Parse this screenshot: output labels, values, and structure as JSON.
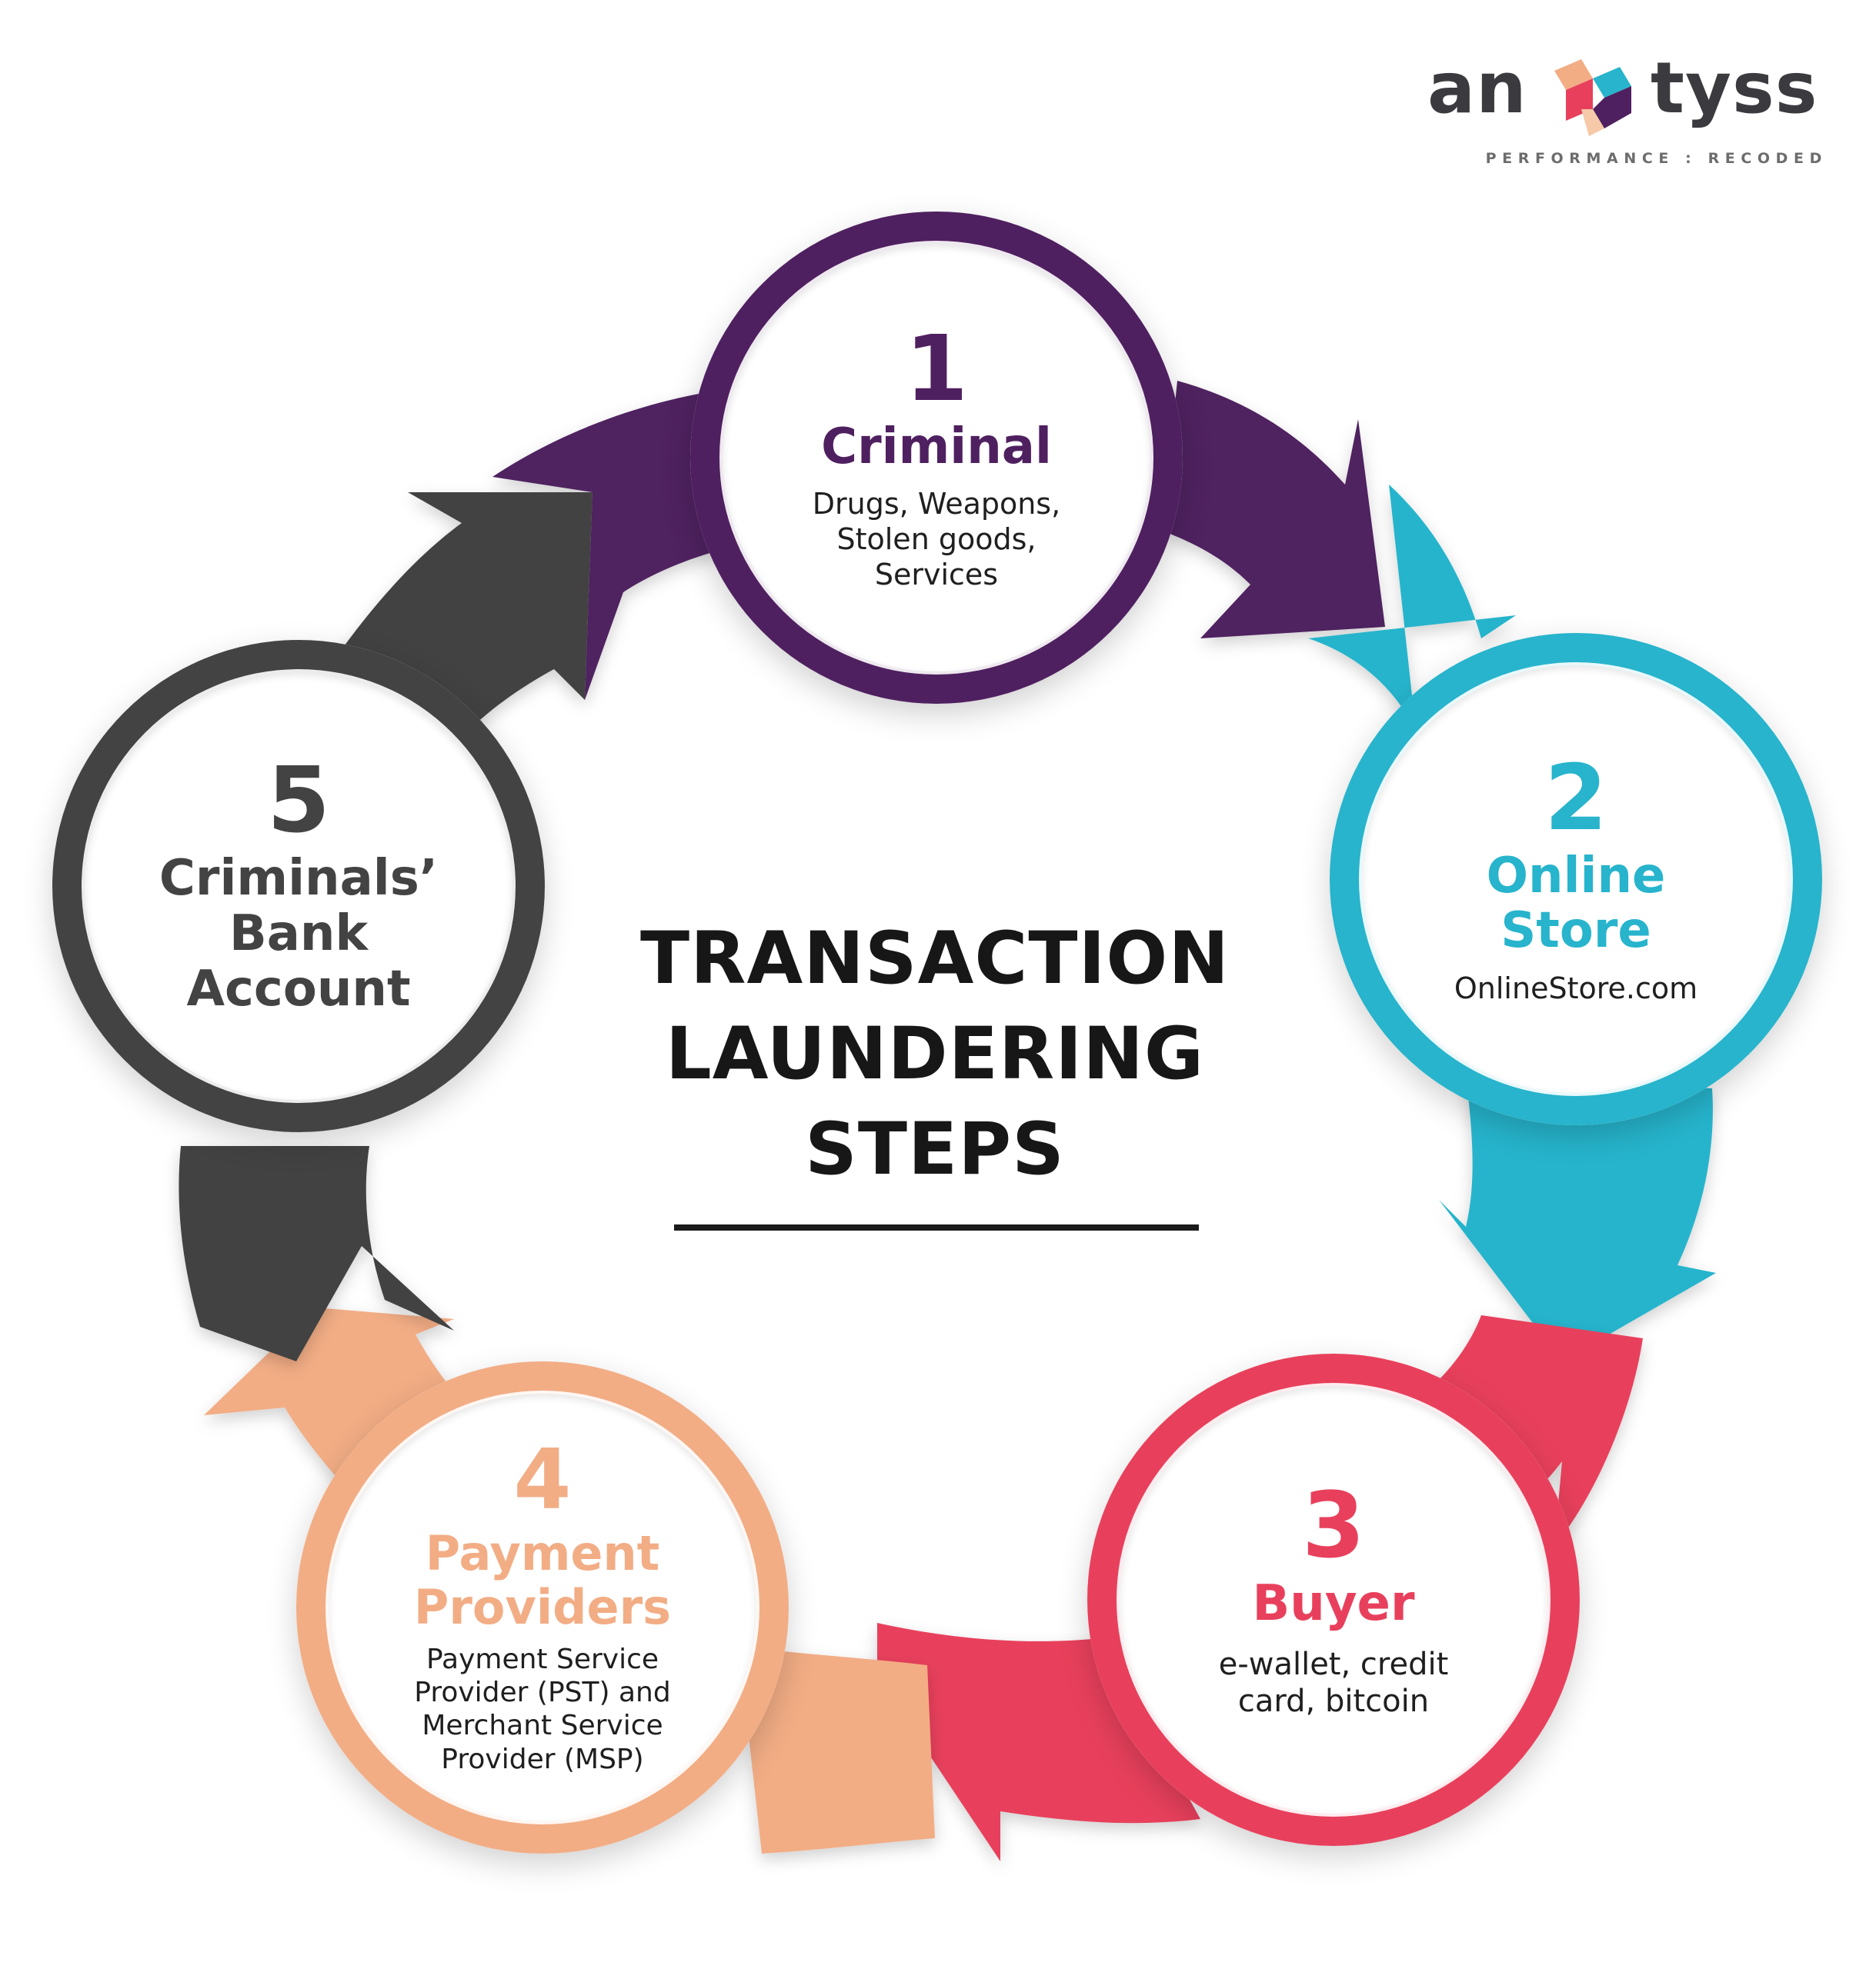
{
  "logo": {
    "word_left": "an",
    "word_right": "tyss",
    "tagline": "PERFORMANCE : RECODED"
  },
  "title": {
    "line1": "TRANSACTION",
    "line2": "LAUNDERING",
    "line3": "STEPS"
  },
  "colors": {
    "purple": "#4f2060",
    "teal": "#27b4cc",
    "red": "#e8405c",
    "peach": "#f2ad85",
    "dark": "#434343"
  },
  "steps": [
    {
      "number": "1",
      "name_lines": [
        "Criminal"
      ],
      "desc_lines": [
        "Drugs, Weapons,",
        "Stolen goods,",
        "Services"
      ]
    },
    {
      "number": "2",
      "name_lines": [
        "Online",
        "Store"
      ],
      "desc_lines": [
        "OnlineStore.com"
      ]
    },
    {
      "number": "3",
      "name_lines": [
        "Buyer"
      ],
      "desc_lines": [
        "e-wallet, credit",
        "card, bitcoin"
      ]
    },
    {
      "number": "4",
      "name_lines": [
        "Payment",
        "Providers"
      ],
      "desc_lines": [
        "Payment Service",
        "Provider (PST) and",
        "Merchant Service",
        "Provider (MSP)"
      ]
    },
    {
      "number": "5",
      "name_lines": [
        "Criminals’",
        "Bank",
        "Account"
      ],
      "desc_lines": []
    }
  ]
}
